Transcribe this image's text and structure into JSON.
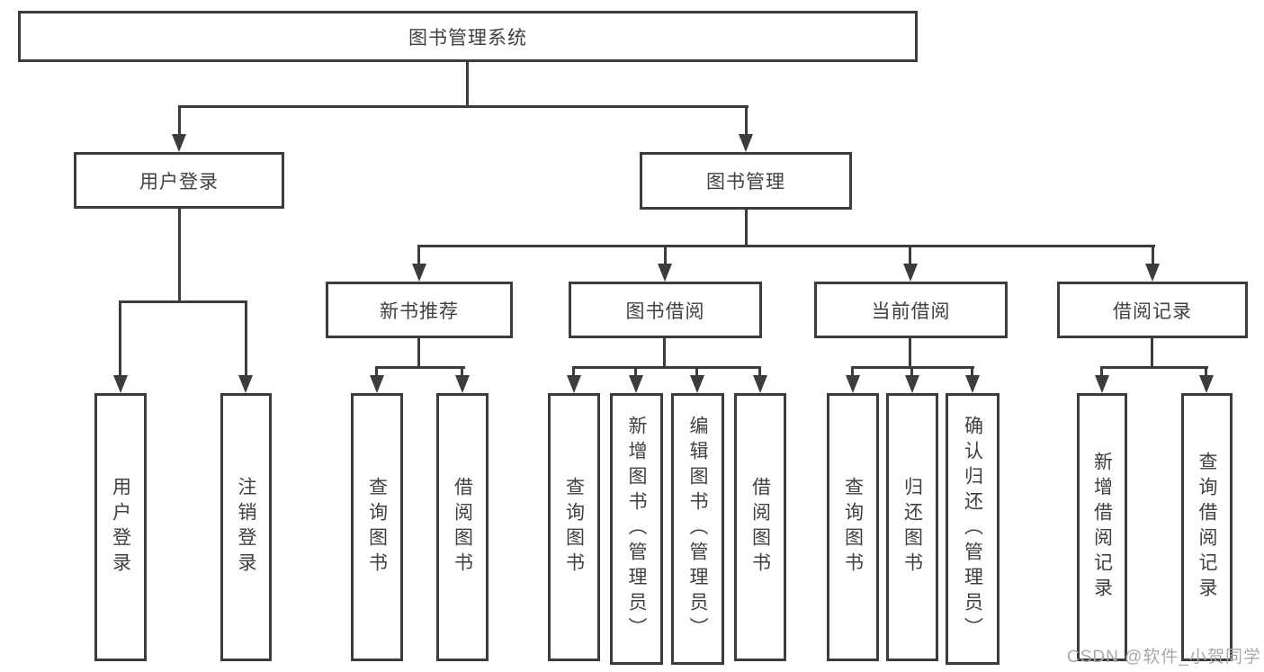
{
  "page": {
    "background": "#ffffff"
  },
  "colors": {
    "line": "#3c3c3c",
    "box_border": "#3c3c3c",
    "text": "#404040",
    "watermark": "#a9a9a9"
  },
  "tree": {
    "root": {
      "label": "图书管理系统"
    },
    "level2": [
      {
        "label": "用户登录"
      },
      {
        "label": "图书管理"
      }
    ],
    "level3": [
      {
        "label": "新书推荐",
        "parent": "图书管理"
      },
      {
        "label": "图书借阅",
        "parent": "图书管理"
      },
      {
        "label": "当前借阅",
        "parent": "图书管理"
      },
      {
        "label": "借阅记录",
        "parent": "图书管理"
      }
    ],
    "leaves": [
      {
        "label": "用户登录",
        "parent": "用户登录"
      },
      {
        "label": "注销登录",
        "parent": "用户登录"
      },
      {
        "label": "查询图书",
        "parent": "新书推荐"
      },
      {
        "label": "借阅图书",
        "parent": "新书推荐"
      },
      {
        "label": "查询图书",
        "parent": "图书借阅"
      },
      {
        "label": "新增图书（管理员）",
        "parent": "图书借阅"
      },
      {
        "label": "编辑图书（管理员）",
        "parent": "图书借阅"
      },
      {
        "label": "借阅图书",
        "parent": "图书借阅"
      },
      {
        "label": "查询图书",
        "parent": "当前借阅"
      },
      {
        "label": "归还图书",
        "parent": "当前借阅"
      },
      {
        "label": "确认归还（管理员）",
        "parent": "当前借阅"
      },
      {
        "label": "新增借阅记录",
        "parent": "借阅记录"
      },
      {
        "label": "查询借阅记录",
        "parent": "借阅记录"
      }
    ]
  },
  "watermark": {
    "text": "CSDN @软件_小贺同学"
  }
}
